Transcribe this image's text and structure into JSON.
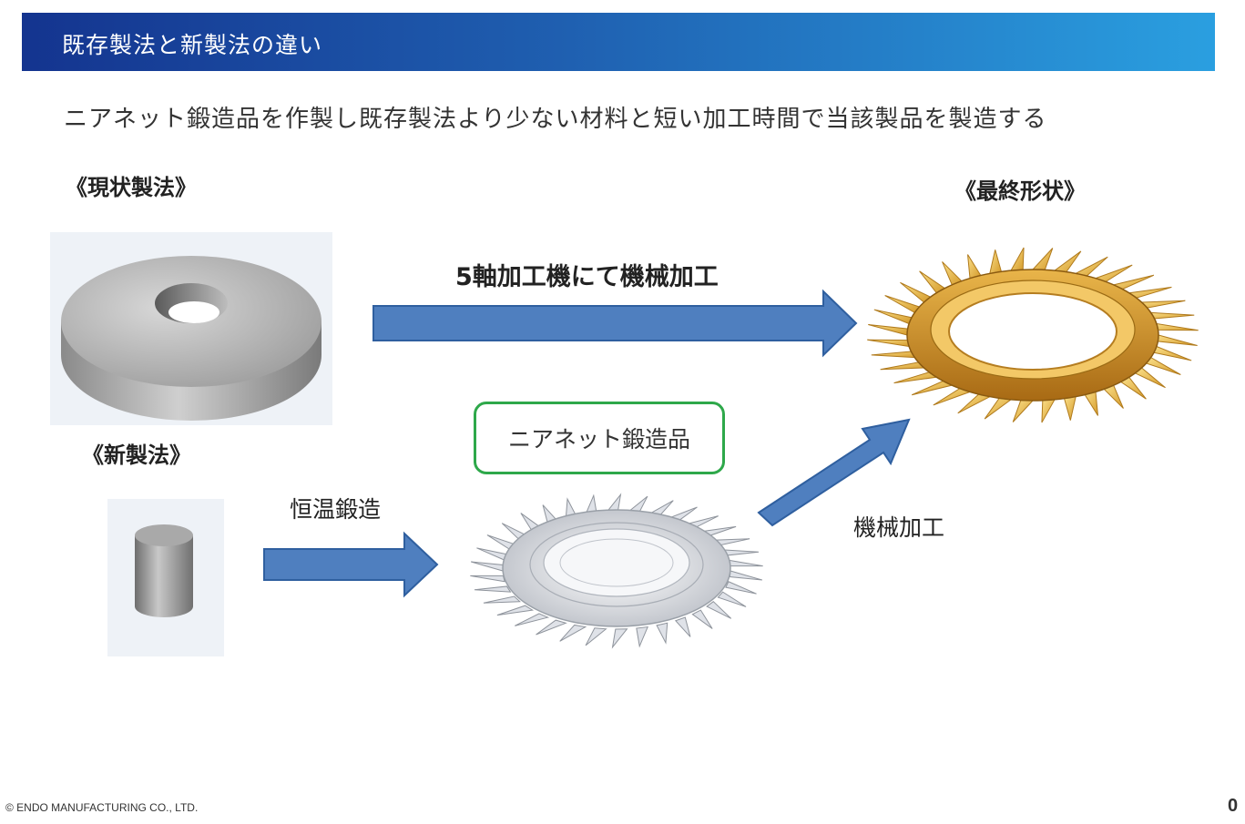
{
  "header": {
    "title": "既存製法と新製法の違い"
  },
  "subtitle": "ニアネット鍛造品を作製し既存製法より少ない材料と短い加工時間で当該製品を製造する",
  "labels": {
    "current_method": "《現状製法》",
    "new_method": "《新製法》",
    "final_shape": "《最終形状》"
  },
  "steps": {
    "five_axis": "5軸加工機にて機械加工",
    "isothermal_forging": "恒温鍛造",
    "near_net_product": "ニアネット鍛造品",
    "machining": "機械加工"
  },
  "colors": {
    "arrow_fill": "#4f7fbf",
    "arrow_stroke": "#2f5f9f",
    "box_border": "#2ea84a",
    "title_bar_start": "#14348f",
    "title_bar_end": "#2a9fe0"
  },
  "footer": {
    "copyright": "© ENDO MANUFACTURING CO., LTD.",
    "page": "0"
  }
}
